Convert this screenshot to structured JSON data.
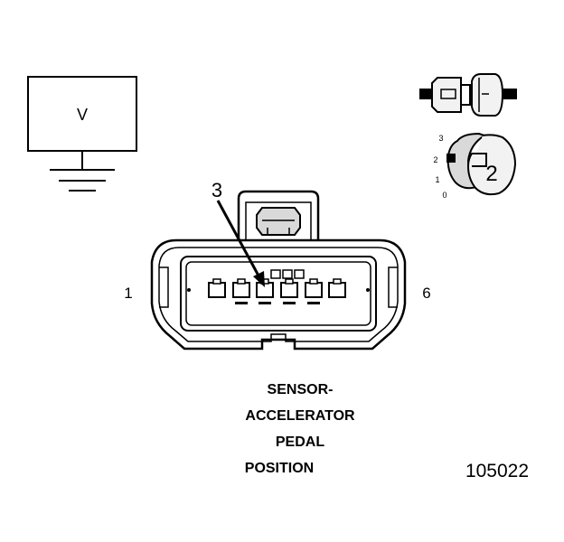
{
  "meter": {
    "symbol": "V"
  },
  "connector": {
    "pin_first": "1",
    "pin_last": "6",
    "callout": "3"
  },
  "inset": {
    "scale": [
      "3",
      "2",
      "1",
      "0"
    ],
    "position": "2"
  },
  "caption": {
    "line1": "SENSOR-",
    "line2": "ACCELERATOR",
    "line3": "PEDAL",
    "line4": "POSITION"
  },
  "figure_number": "105022",
  "colors": {
    "ink": "#000000",
    "light_fill": "#f2f2f2",
    "mid_fill": "#d9d9d9"
  }
}
